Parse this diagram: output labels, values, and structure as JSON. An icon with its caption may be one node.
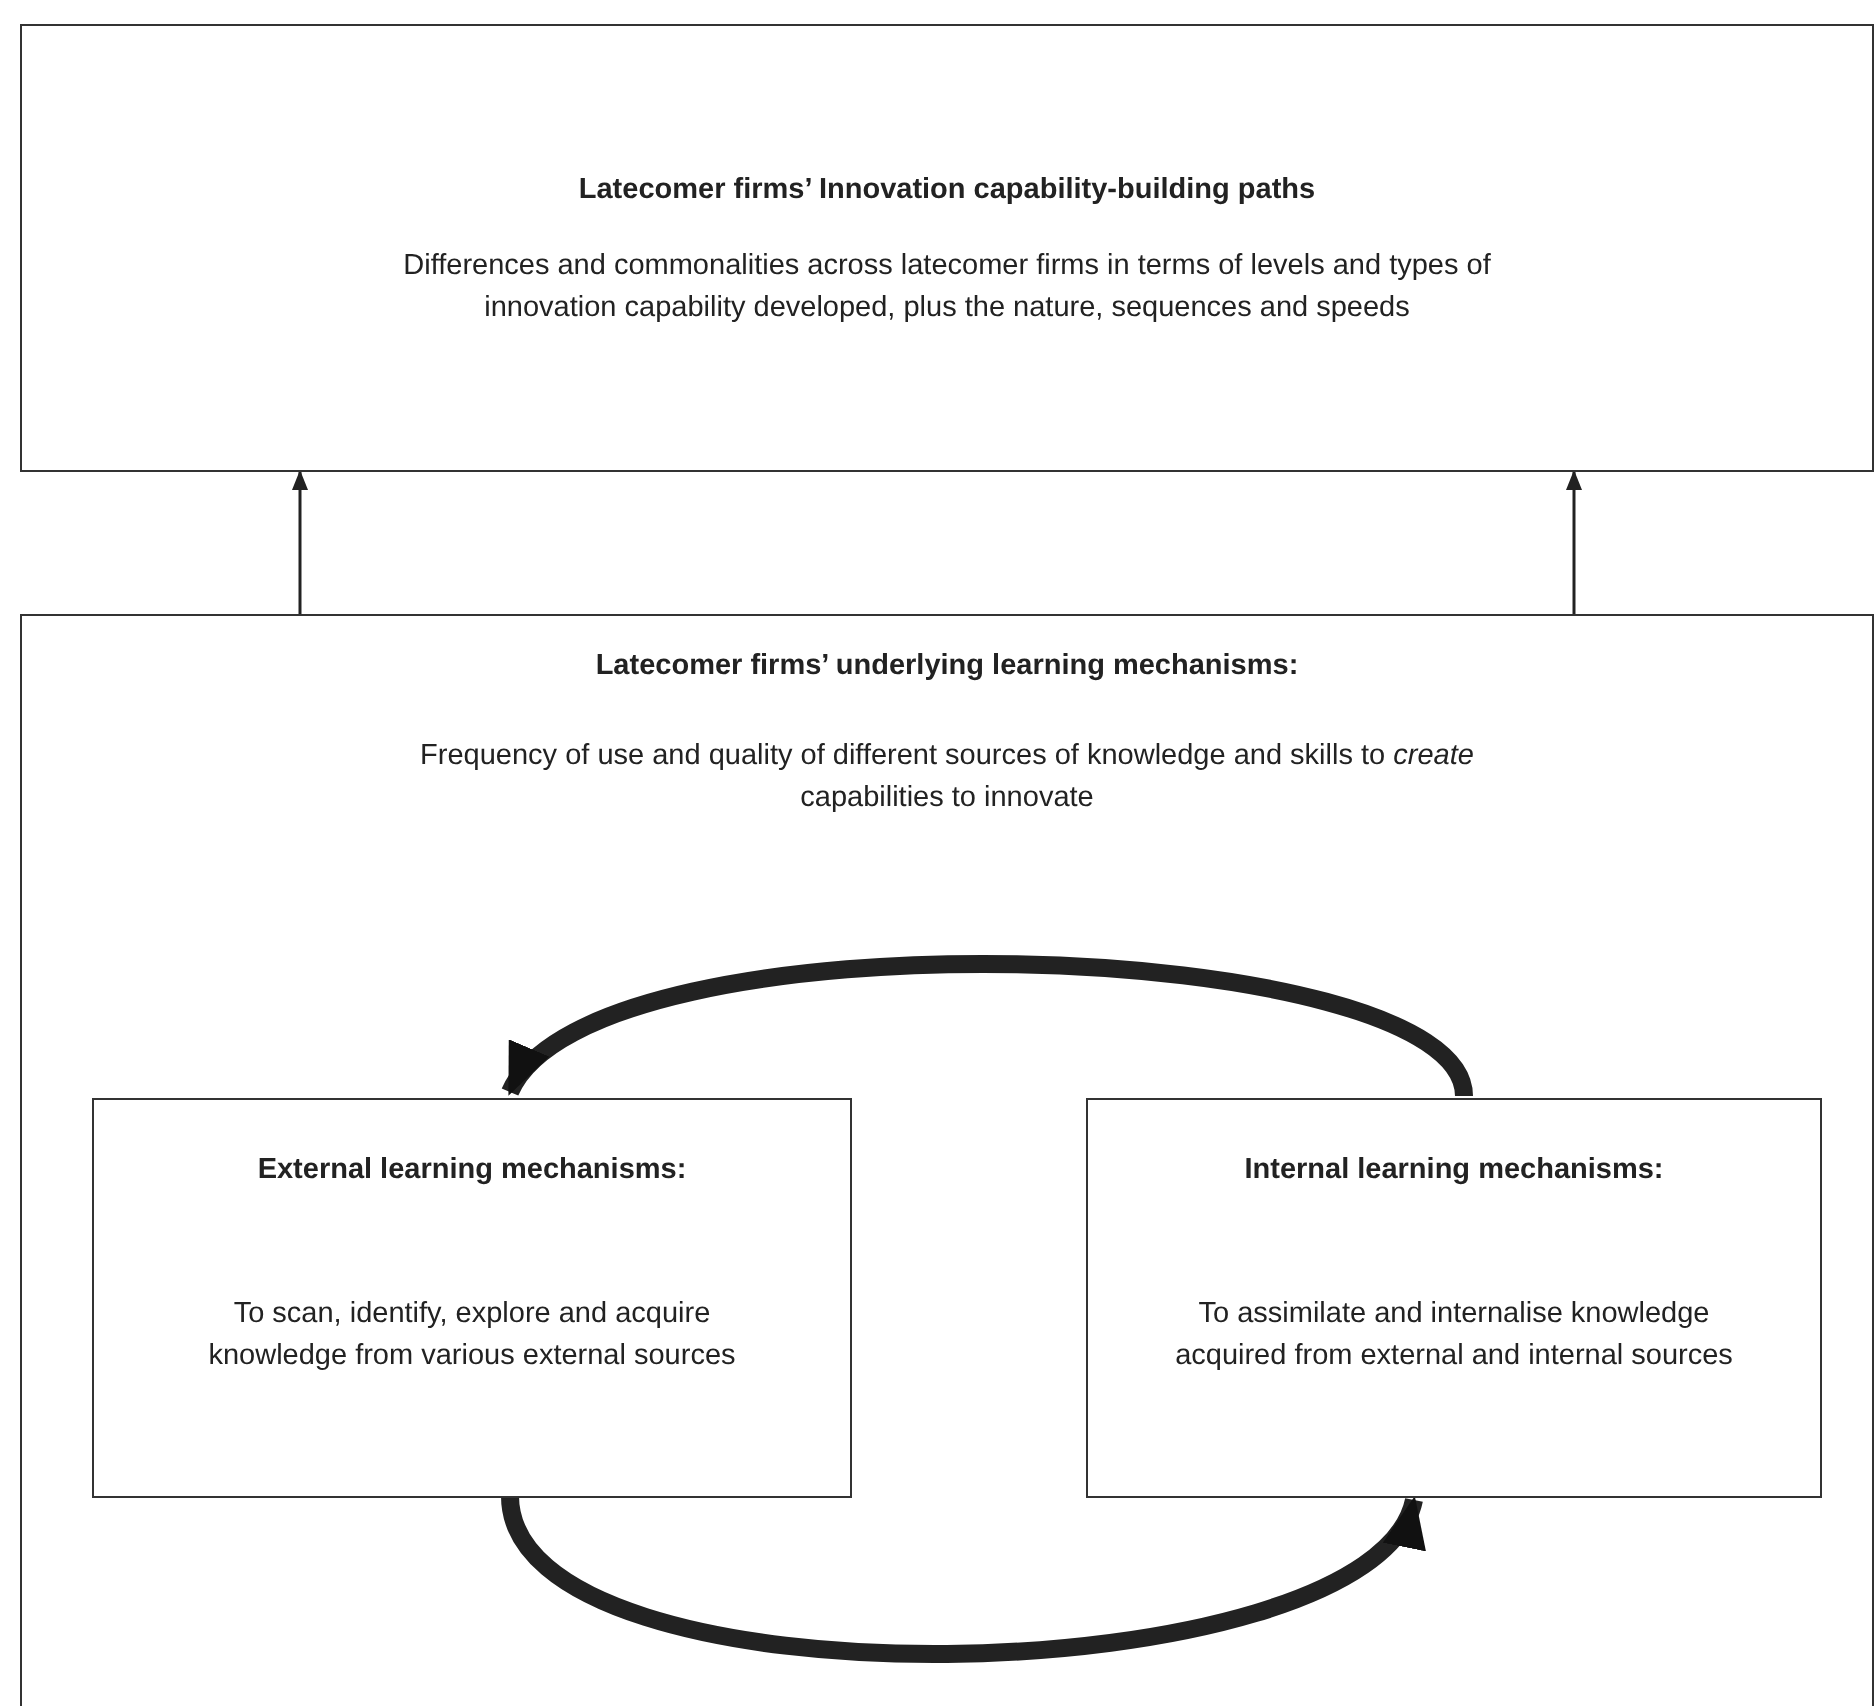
{
  "diagram": {
    "nodes": [
      {
        "text": [
          "Latecomer firms’ Innovation capability-building paths",
          "Differences and commonalities across latecomer firms in terms of levels and types of innovation capability developed, plus the nature, sequences and speeds"
        ]
      },
      {
        "text": [
          "Latecomer firms’ underlying learning mechanisms:",
          "Frequency of use and quality of different sources of knowledge and skills to *create* capabilities to innovate"
        ]
      },
      {
        "text": [
          "External learning mechanisms:",
          "To scan, identify, explore and acquire knowledge from various external sources"
        ],
        "in": 1
      },
      {
        "text": [
          "Internal learning mechanisms:",
          "To assimilate and internalise knowledge acquired from external and internal sources"
        ],
        "in": 1
      }
    ],
    "edges": [
      {
        "from": 1,
        "to": 0,
        "arrow": "to"
      },
      {
        "from": 1,
        "to": 0,
        "arrow": "to"
      },
      {
        "from": 3,
        "to": 2,
        "arrow": "to",
        "style": "thick"
      },
      {
        "from": 2,
        "to": 3,
        "arrow": "to",
        "style": "thick"
      }
    ]
  }
}
